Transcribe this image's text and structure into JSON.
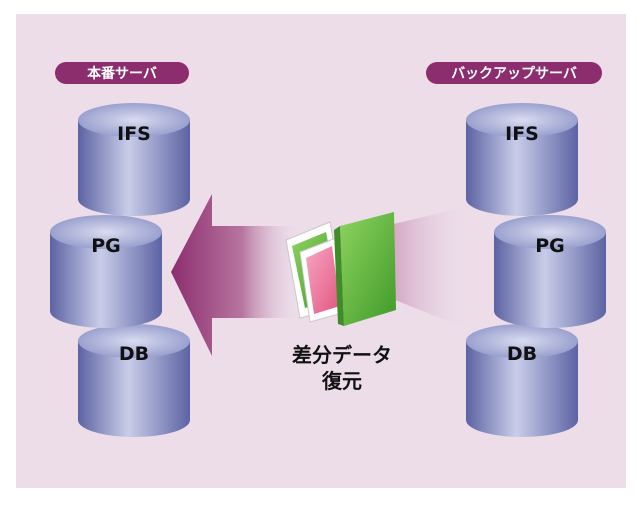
{
  "primary_server": {
    "label": "本番サーバ",
    "volumes": [
      "IFS",
      "PG",
      "DB"
    ]
  },
  "backup_server": {
    "label": "バックアップサーバ",
    "volumes": [
      "IFS",
      "PG",
      "DB"
    ]
  },
  "transfer": {
    "caption_line1": "差分データ",
    "caption_line2": "復元"
  },
  "colors": {
    "panel_bg": "#ecdde9",
    "badge": "#8c2d6e",
    "arrow": "#8c2d6e",
    "cylinder": "#7f86bd",
    "folder_green": "#5fb83a",
    "folder_pink": "#ea6f9c"
  }
}
